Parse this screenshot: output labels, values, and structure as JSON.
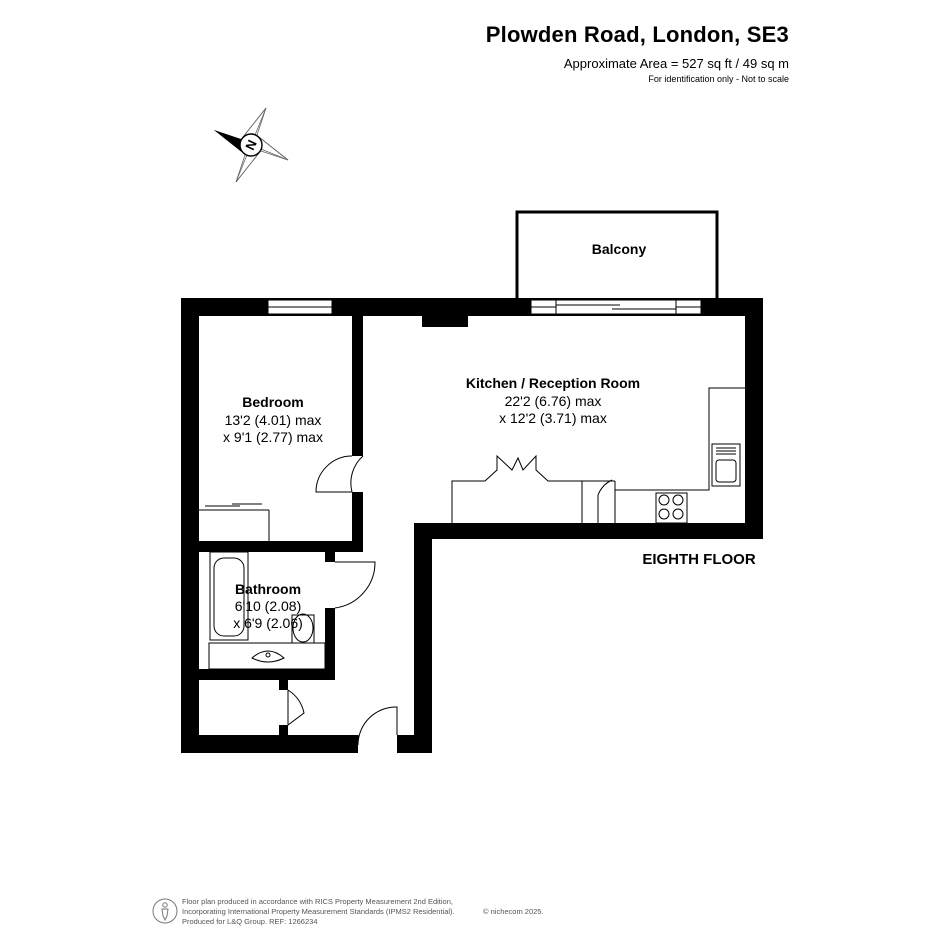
{
  "header": {
    "title": "Plowden Road, London, SE3",
    "area": "Approximate Area = 527 sq ft / 49 sq m",
    "note": "For identification only - Not to scale"
  },
  "compass": {
    "label": "N",
    "icon": "compass-rose-icon"
  },
  "rooms": {
    "balcony": {
      "name": "Balcony"
    },
    "kitchen": {
      "name": "Kitchen / Reception Room",
      "dim1": "22'2 (6.76) max",
      "dim2": "x 12'2 (3.71) max"
    },
    "bedroom": {
      "name": "Bedroom",
      "dim1": "13'2 (4.01) max",
      "dim2": "x 9'1 (2.77) max"
    },
    "bathroom": {
      "name": "Bathroom",
      "dim1": "6'10 (2.08)",
      "dim2": "x 6'9 (2.06)"
    }
  },
  "floor_label": "EIGHTH FLOOR",
  "footer": {
    "line1": "Floor plan produced in accordance with RICS Property Measurement 2nd Edition,",
    "line2": "Incorporating International Property Measurement Standards (IPMS2 Residential).",
    "line3": "Produced for L&Q Group.   REF: 1266234",
    "copyright": "© nichecom 2025."
  },
  "colors": {
    "wall": "#000000",
    "fixture": "#555555",
    "text": "#000000"
  }
}
